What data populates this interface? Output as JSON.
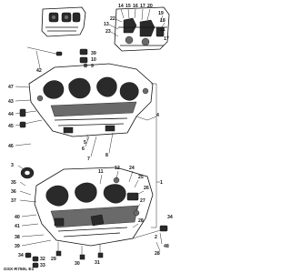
{
  "diagram": {
    "caption": "GSX-R750L E1",
    "callouts": {
      "upper_group": [
        "14",
        "15",
        "16",
        "17",
        "20",
        "22",
        "13",
        "19",
        "18",
        "23",
        "21",
        "17"
      ],
      "left_side": [
        "42",
        "47",
        "43",
        "44",
        "45",
        "46",
        "3",
        "35",
        "36",
        "37",
        "40",
        "41",
        "38",
        "39",
        "34",
        "32",
        "33"
      ],
      "center": [
        "39",
        "10",
        "9",
        "5",
        "6",
        "7",
        "8",
        "11",
        "12",
        "24",
        "25",
        "26",
        "27",
        "28",
        "29",
        "30",
        "31",
        "2",
        "48",
        "28"
      ],
      "right_side": [
        "1",
        "4",
        "34"
      ]
    }
  }
}
